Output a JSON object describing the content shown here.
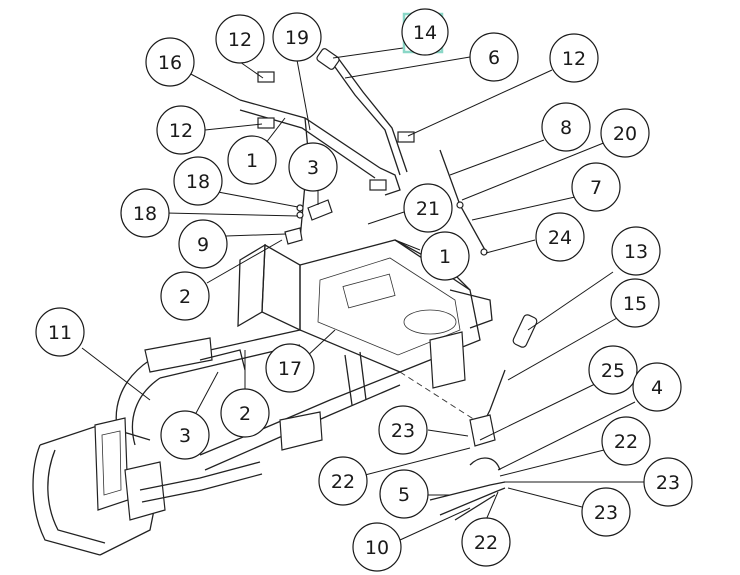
{
  "diagram": {
    "highlight_color": "#8ad7c7",
    "callouts": [
      "14",
      "6",
      "12",
      "16",
      "12",
      "19",
      "12",
      "1",
      "3",
      "8",
      "20",
      "18",
      "18",
      "21",
      "9",
      "7",
      "24",
      "1",
      "2",
      "13",
      "15",
      "11",
      "17",
      "3",
      "2",
      "25",
      "4",
      "23",
      "22",
      "22",
      "5",
      "23",
      "23",
      "10",
      "22"
    ]
  }
}
